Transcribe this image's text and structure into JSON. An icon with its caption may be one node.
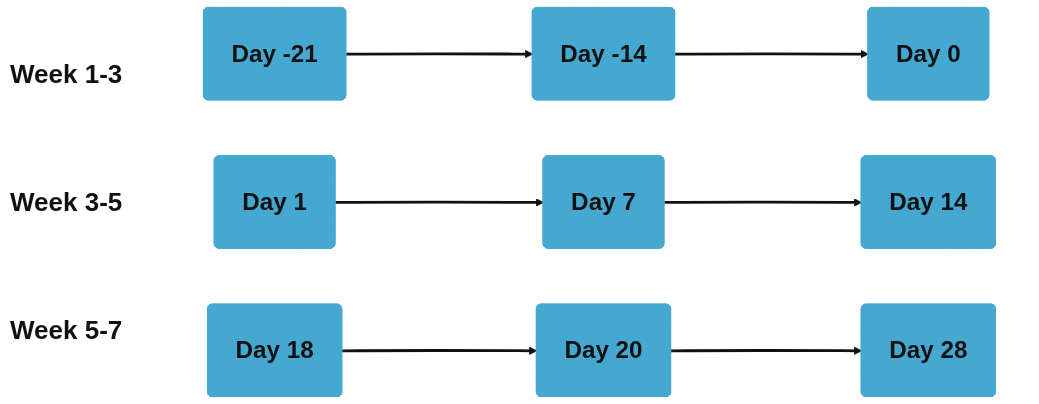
{
  "diagram": {
    "nodes": [
      {
        "text": [
          "Day -21"
        ]
      },
      {
        "text": [
          "Day -14"
        ]
      },
      {
        "text": [
          "Day 0"
        ]
      },
      {
        "text": [
          "Day 1"
        ]
      },
      {
        "text": [
          "Day 7"
        ]
      },
      {
        "text": [
          "Day 14"
        ]
      },
      {
        "text": [
          "Day 18"
        ]
      },
      {
        "text": [
          "Day 20"
        ]
      },
      {
        "text": [
          "Day 28"
        ]
      }
    ],
    "edges": [
      {
        "from": 0,
        "to": 1,
        "arrow": "to"
      },
      {
        "from": 1,
        "to": 2,
        "arrow": "to"
      },
      {
        "from": 3,
        "to": 4,
        "arrow": "to"
      },
      {
        "from": 4,
        "to": 5,
        "arrow": "to"
      },
      {
        "from": 6,
        "to": 7,
        "arrow": "to"
      },
      {
        "from": 7,
        "to": 8,
        "arrow": "to"
      }
    ],
    "labels": [
      "Week 1-3",
      "Week 3-5",
      "Week 5-7"
    ]
  }
}
